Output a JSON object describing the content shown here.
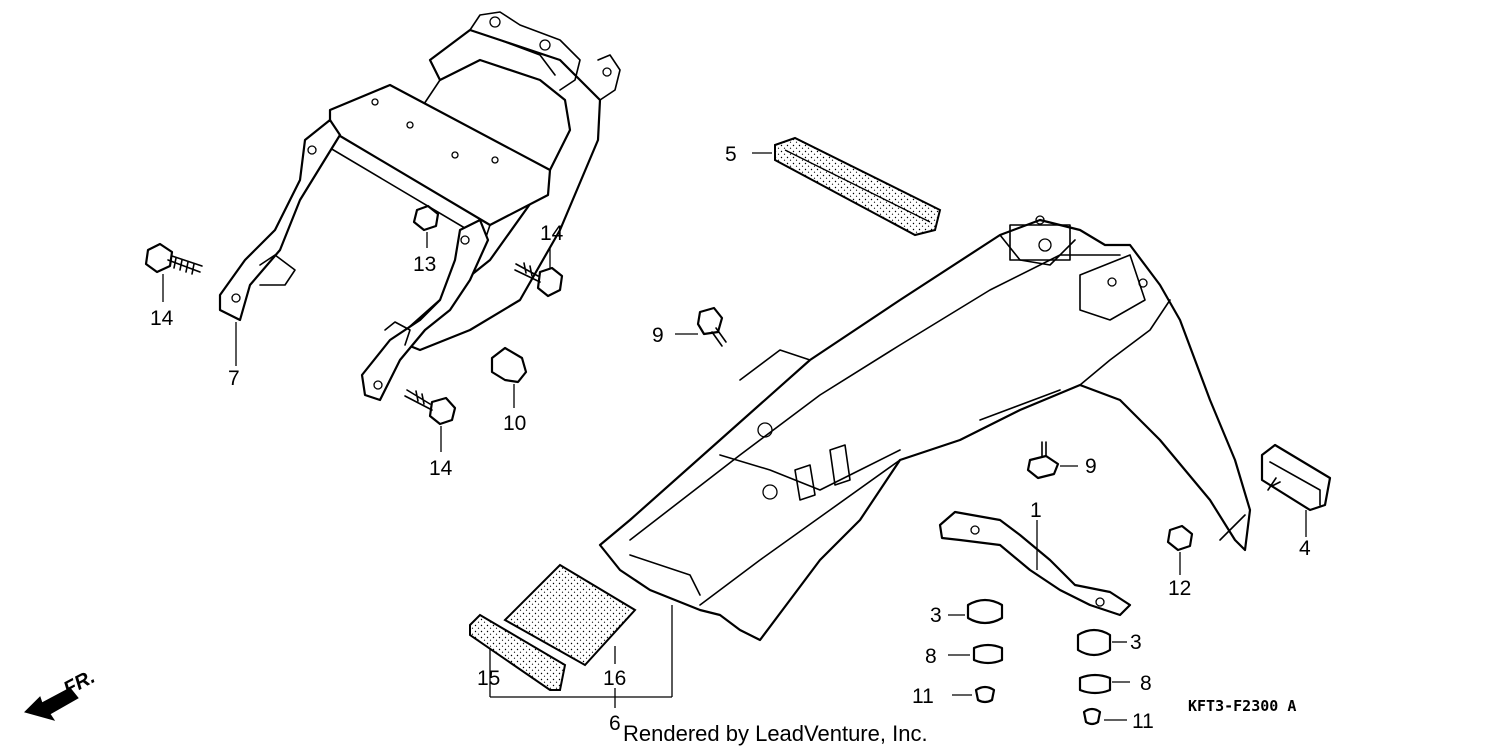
{
  "diagram": {
    "code": "KFT3-F2300 A",
    "credit": "Rendered by LeadVenture, Inc.",
    "direction": "FR.",
    "callouts": {
      "c1": "1",
      "c3a": "3",
      "c3b": "3",
      "c4": "4",
      "c5": "5",
      "c6": "6",
      "c7": "7",
      "c8a": "8",
      "c8b": "8",
      "c9a": "9",
      "c9b": "9",
      "c10": "10",
      "c11a": "11",
      "c11b": "11",
      "c12": "12",
      "c13": "13",
      "c14a": "14",
      "c14b": "14",
      "c14c": "14",
      "c15": "15",
      "c16": "16"
    }
  }
}
